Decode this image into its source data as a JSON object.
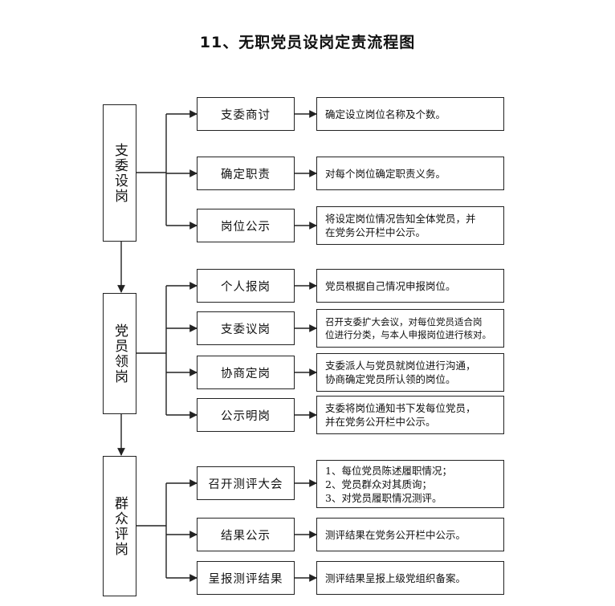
{
  "title": "11、无职党员设岗定责流程图",
  "stages": [
    {
      "label": "支委设岗"
    },
    {
      "label": "党员领岗"
    },
    {
      "label": "群众评岗"
    }
  ],
  "steps": [
    {
      "label": "支委商讨",
      "desc": "确定设立岗位名称及个数。"
    },
    {
      "label": "确定职责",
      "desc": "对每个岗位确定职责义务。"
    },
    {
      "label": "岗位公示",
      "desc": "将设定岗位情况告知全体党员，并\n在党务公开栏中公示。"
    },
    {
      "label": "个人报岗",
      "desc": "党员根据自己情况申报岗位。"
    },
    {
      "label": "支委议岗",
      "desc": "召开支委扩大会议，对每位党员适合岗\n位进行分类，与本人申报岗位进行核对。"
    },
    {
      "label": "协商定岗",
      "desc": "支委派人与党员就岗位进行沟通，\n协商确定党员所认领的岗位。"
    },
    {
      "label": "公示明岗",
      "desc": "支委将岗位通知书下发每位党员，\n并在党务公开栏中公示。"
    },
    {
      "label": "召开测评大会",
      "desc": "1、每位党员陈述履职情况；\n2、党员群众对其质询；\n3、对党员履职情况测评。"
    },
    {
      "label": "结果公示",
      "desc": "测评结果在党务公开栏中公示。"
    },
    {
      "label": "呈报测评结果",
      "desc": "测评结果呈报上级党组织备案。"
    }
  ]
}
